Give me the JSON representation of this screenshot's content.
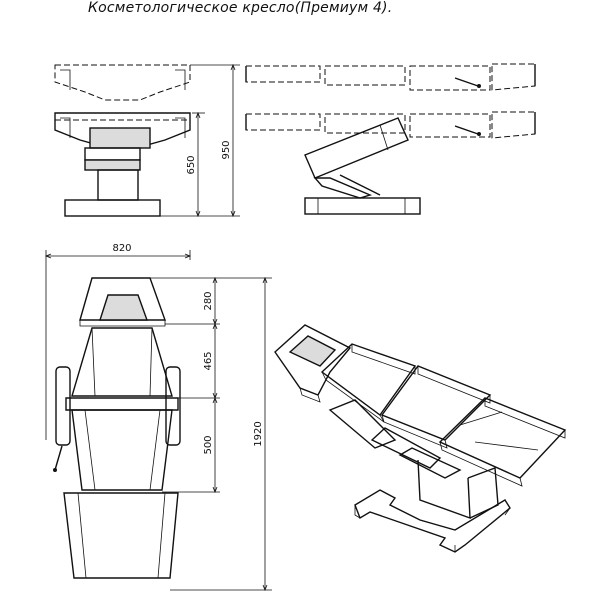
{
  "title": "Косметологическое  кресло(Премиум  4).",
  "dimensions": {
    "height_max": "950",
    "height_min": "650",
    "width": "820",
    "headrest": "280",
    "back": "465",
    "seat": "500",
    "total_length": "1920"
  },
  "colors": {
    "line": "#111111",
    "panel_fill": "#dcdcdc",
    "background": "#ffffff"
  }
}
